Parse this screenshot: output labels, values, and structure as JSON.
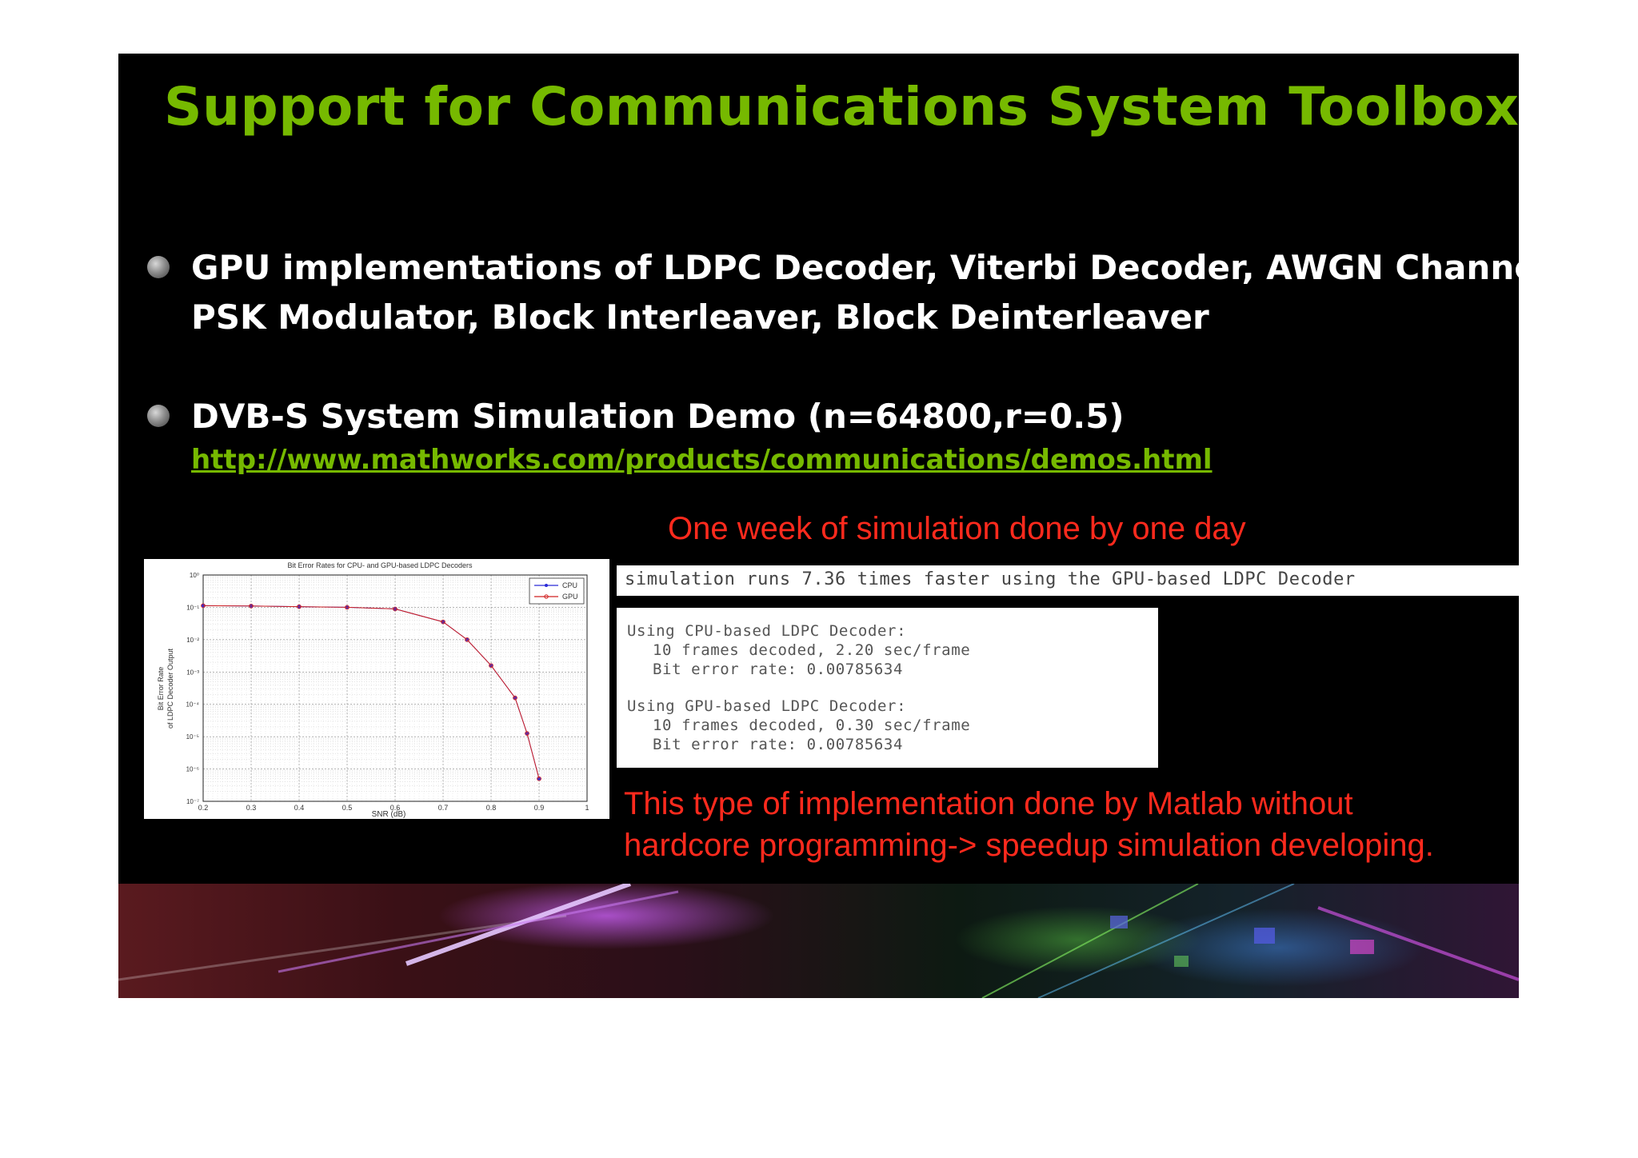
{
  "slide": {
    "title": "Support for Communications System Toolbox",
    "bullets": [
      {
        "line1": "GPU implementations of LDPC Decoder, Viterbi Decoder, AWGN Channel,",
        "line2": "PSK Modulator, Block Interleaver, Block Deinterleaver"
      },
      {
        "line1": "DVB-S System Simulation Demo (n=64800,r=0.5)",
        "link": "http://www.mathworks.com/products/communications/demos.html"
      }
    ],
    "note_top": "One week of simulation done by one day",
    "speedup_line": "simulation runs 7.36 times faster using the GPU-based LDPC Decoder",
    "console": {
      "cpu_header": "Using CPU-based LDPC Decoder:",
      "cpu_frames": "10 frames decoded, 2.20 sec/frame",
      "cpu_ber": "Bit error rate: 0.00785634",
      "gpu_header": "Using GPU-based LDPC Decoder:",
      "gpu_frames": "10 frames decoded, 0.30 sec/frame",
      "gpu_ber": "Bit error rate: 0.00785634"
    },
    "note_bottom_1": "This type of implementation done by Matlab without",
    "note_bottom_2": "hardcore programming-> speedup simulation developing.",
    "colors": {
      "title": "#76b900",
      "note": "#ff2a1d",
      "background": "#000000"
    }
  },
  "chart_data": {
    "type": "line",
    "title": "Bit Error Rates for CPU- and GPU-based LDPC Decoders",
    "xlabel": "SNR (dB)",
    "ylabel": "Bit Error Rate",
    "ylabel2": "of LDPC Decoder Output",
    "xlim": [
      0.2,
      1
    ],
    "ylim_exp": [
      -7,
      0
    ],
    "yscale": "log",
    "grid": true,
    "legend_position": "top-right",
    "x_ticks": [
      "0.2",
      "0.3",
      "0.4",
      "0.5",
      "0.6",
      "0.7",
      "0.8",
      "0.9",
      "1"
    ],
    "y_ticks": [
      "10⁰",
      "10⁻¹",
      "10⁻²",
      "10⁻³",
      "10⁻⁴",
      "10⁻⁵",
      "10⁻⁶",
      "10⁻⁷"
    ],
    "series": [
      {
        "name": "CPU",
        "color": "#2a2ad8",
        "x": [
          0.2,
          0.3,
          0.4,
          0.5,
          0.6,
          0.7,
          0.75,
          0.8,
          0.85,
          0.875,
          0.9
        ],
        "log10_y": [
          -0.95,
          -0.96,
          -0.98,
          -1.0,
          -1.05,
          -1.45,
          -2.0,
          -2.8,
          -3.8,
          -4.9,
          -6.3
        ]
      },
      {
        "name": "GPU",
        "color": "#d02020",
        "x": [
          0.2,
          0.3,
          0.4,
          0.5,
          0.6,
          0.7,
          0.75,
          0.8,
          0.85,
          0.875,
          0.9
        ],
        "log10_y": [
          -0.95,
          -0.96,
          -0.98,
          -1.0,
          -1.05,
          -1.45,
          -2.0,
          -2.8,
          -3.8,
          -4.9,
          -6.3
        ]
      }
    ]
  }
}
